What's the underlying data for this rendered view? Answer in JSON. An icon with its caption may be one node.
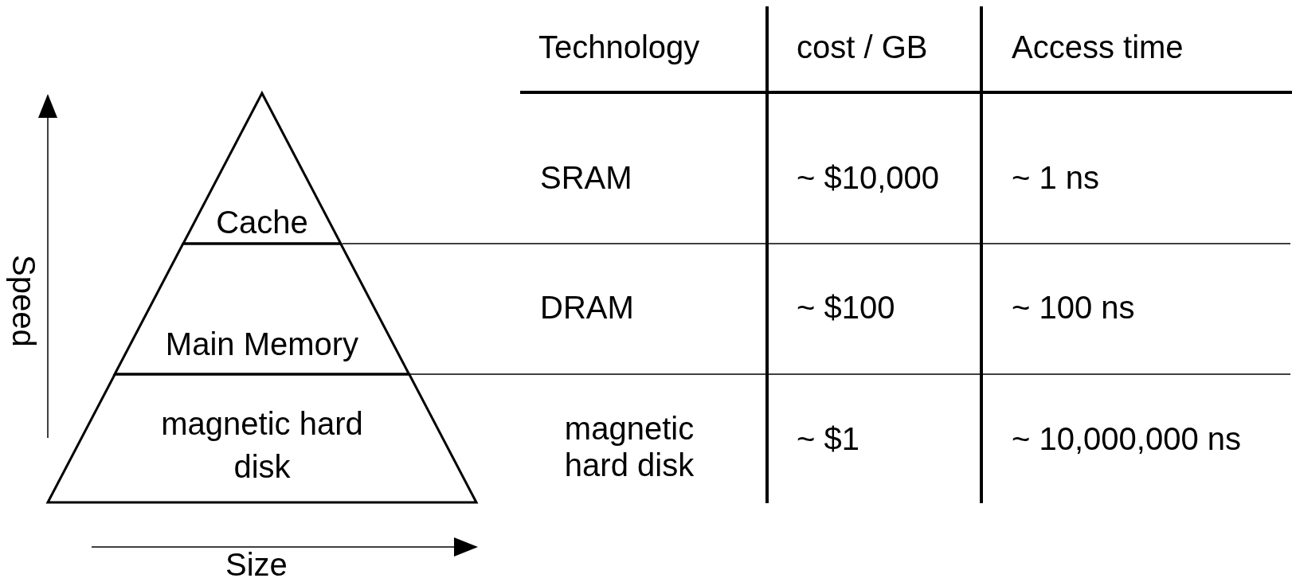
{
  "diagram": {
    "nodes": [
      {
        "text": [
          "Cache"
        ]
      },
      {
        "text": [
          "Main Memory"
        ]
      },
      {
        "text": [
          "magnetic hard disk"
        ]
      }
    ],
    "labels": [
      "Technology",
      "cost / GB",
      "Access time",
      "SRAM",
      "~ $10,000",
      "~ 1 ns",
      "DRAM",
      "~ $100",
      "~ 100 ns",
      "magnetic hard disk",
      "~ $1",
      "~ 10,000,000 ns",
      "Speed",
      "Size"
    ]
  }
}
